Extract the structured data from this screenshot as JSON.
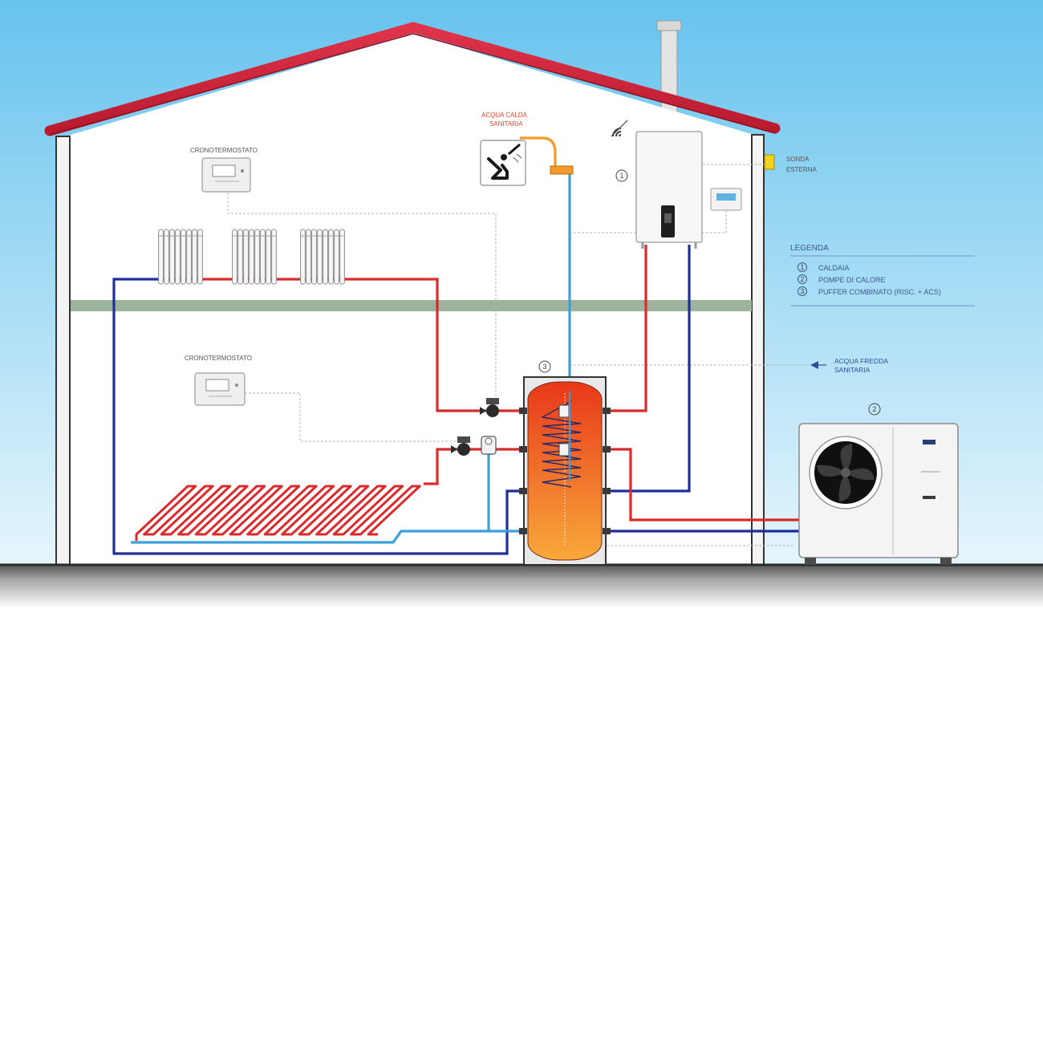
{
  "colors": {
    "sky_top": "#66c3ee",
    "sky_bottom": "#e6f5fc",
    "roof": "#d4243b",
    "wall": "#3a3a3a",
    "floor_band": "#9db39c",
    "hot_pipe": "#d92b2b",
    "cold_pipe": "#1e2f9c",
    "domestic_cold_pipe": "#3d9fd8",
    "tank_hot": "#e8381a",
    "tank_warm": "#f8a93a",
    "sensor": "#f2d21c"
  },
  "labels": {
    "cronotermostato_top": "CRONOTERMOSTATO",
    "cronotermostato_bottom": "CRONOTERMOSTATO",
    "acqua_calda": "ACQUA CALDA",
    "acqua_calda_sub": "SANITARIA",
    "sonda_esterna_1": "SONDA",
    "sonda_esterna_2": "ESTERNA",
    "acqua_fredda_1": "ACQUA FREDDA",
    "acqua_fredda_2": "SANITARIA"
  },
  "numbers": {
    "boiler": "1",
    "heat_pump": "2",
    "buffer": "3"
  },
  "legend": {
    "title": "LEGENDA",
    "items": [
      {
        "num": "1",
        "text": "CALDAIA"
      },
      {
        "num": "2",
        "text": "POMPE DI CALORE"
      },
      {
        "num": "3",
        "text": "PUFFER COMBINATO (RISC. + ACS)"
      }
    ]
  },
  "icons": [
    "wifi-icon",
    "shower-icon",
    "thermostat-icon",
    "fan-icon",
    "radiator-icon",
    "pump-icon"
  ]
}
